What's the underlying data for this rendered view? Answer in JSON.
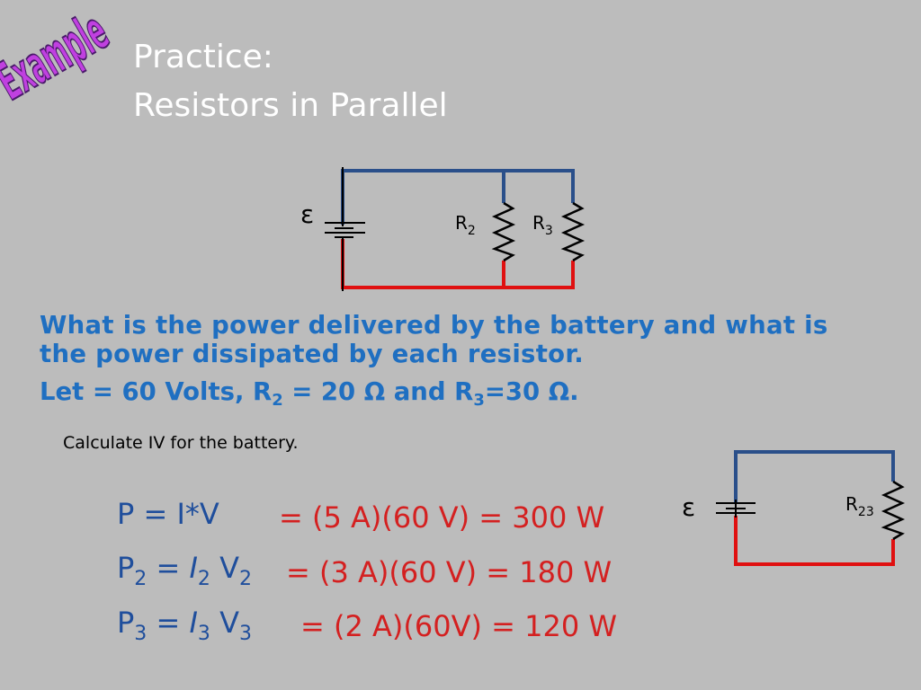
{
  "badge": {
    "text": "Example"
  },
  "title": {
    "line1": "Practice:",
    "line2": "Resistors in Parallel"
  },
  "circuit_main": {
    "emf_symbol": "ε",
    "r2_label": "R",
    "r2_sub": "2",
    "r3_label": "R",
    "r3_sub": "3"
  },
  "circuit_small": {
    "emf_symbol": "ε",
    "r23_label": "R",
    "r23_sub": "23"
  },
  "question": {
    "line1": "What is the power delivered by the battery and what is",
    "line2": "the power dissipated by each resistor.",
    "line3_prefix": "Let ",
    "line3_glyph": "",
    "line3_mid1": " = 60 Volts, R",
    "line3_sub1": "2",
    "line3_mid2": " = 20 ",
    "line3_ohm1": "Ω",
    "line3_mid3": " and R",
    "line3_sub2": "3",
    "line3_mid4": "=30 ",
    "line3_ohm2": "Ω",
    "line3_end": "."
  },
  "note": "Calculate IV for the battery.",
  "equations": {
    "total": {
      "left": "P = I*V",
      "right": "= (5 A)(60 V) = 300 W"
    },
    "p2": {
      "p": "P",
      "p_sub": "2",
      "eq": " = ",
      "i": "I",
      "i_sub": "2",
      "v": " V",
      "v_sub": "2",
      "right": "= (3 A)(60 V) = 180 W"
    },
    "p3": {
      "p": "P",
      "p_sub": "3",
      "eq": " = ",
      "i": "I",
      "i_sub": "3",
      "v": " V",
      "v_sub": "3",
      "right": "= (2 A)(60V) = 120 W"
    }
  },
  "colors": {
    "background": "#bcbcbc",
    "wire_blue": "#2a4f8a",
    "wire_red": "#e01010",
    "question_blue": "#1f6fc1",
    "equation_blue": "#1f4e9c",
    "result_red": "#d42020",
    "badge_fill": "#c040e0"
  }
}
